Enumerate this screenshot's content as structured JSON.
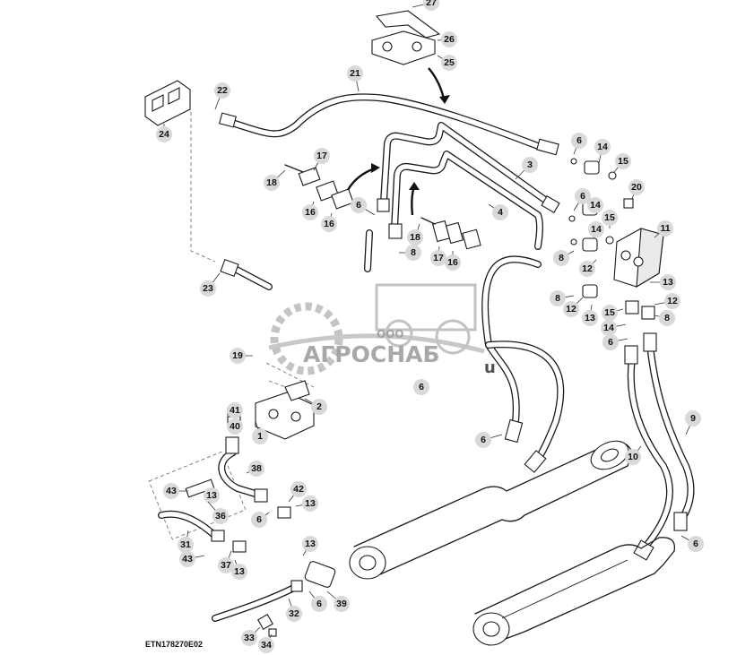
{
  "diagram": {
    "reference_code": "ETN178270E02",
    "watermark": {
      "company_prefix": "ООО",
      "company_name": "АГРОСНАБ",
      "suffix": "u"
    },
    "callouts": [
      "1",
      "2",
      "3",
      "4",
      "6",
      "6",
      "6",
      "6",
      "6",
      "6",
      "6",
      "6",
      "6",
      "8",
      "8",
      "8",
      "8",
      "9",
      "10",
      "11",
      "12",
      "12",
      "12",
      "13",
      "13",
      "13",
      "13",
      "13",
      "13",
      "14",
      "14",
      "14",
      "14",
      "15",
      "15",
      "15",
      "16",
      "16",
      "16",
      "17",
      "17",
      "18",
      "18",
      "19",
      "20",
      "21",
      "22",
      "23",
      "24",
      "25",
      "26",
      "27",
      "31",
      "32",
      "33",
      "34",
      "36",
      "37",
      "38",
      "39",
      "40",
      "41",
      "42",
      "43",
      "43"
    ]
  }
}
